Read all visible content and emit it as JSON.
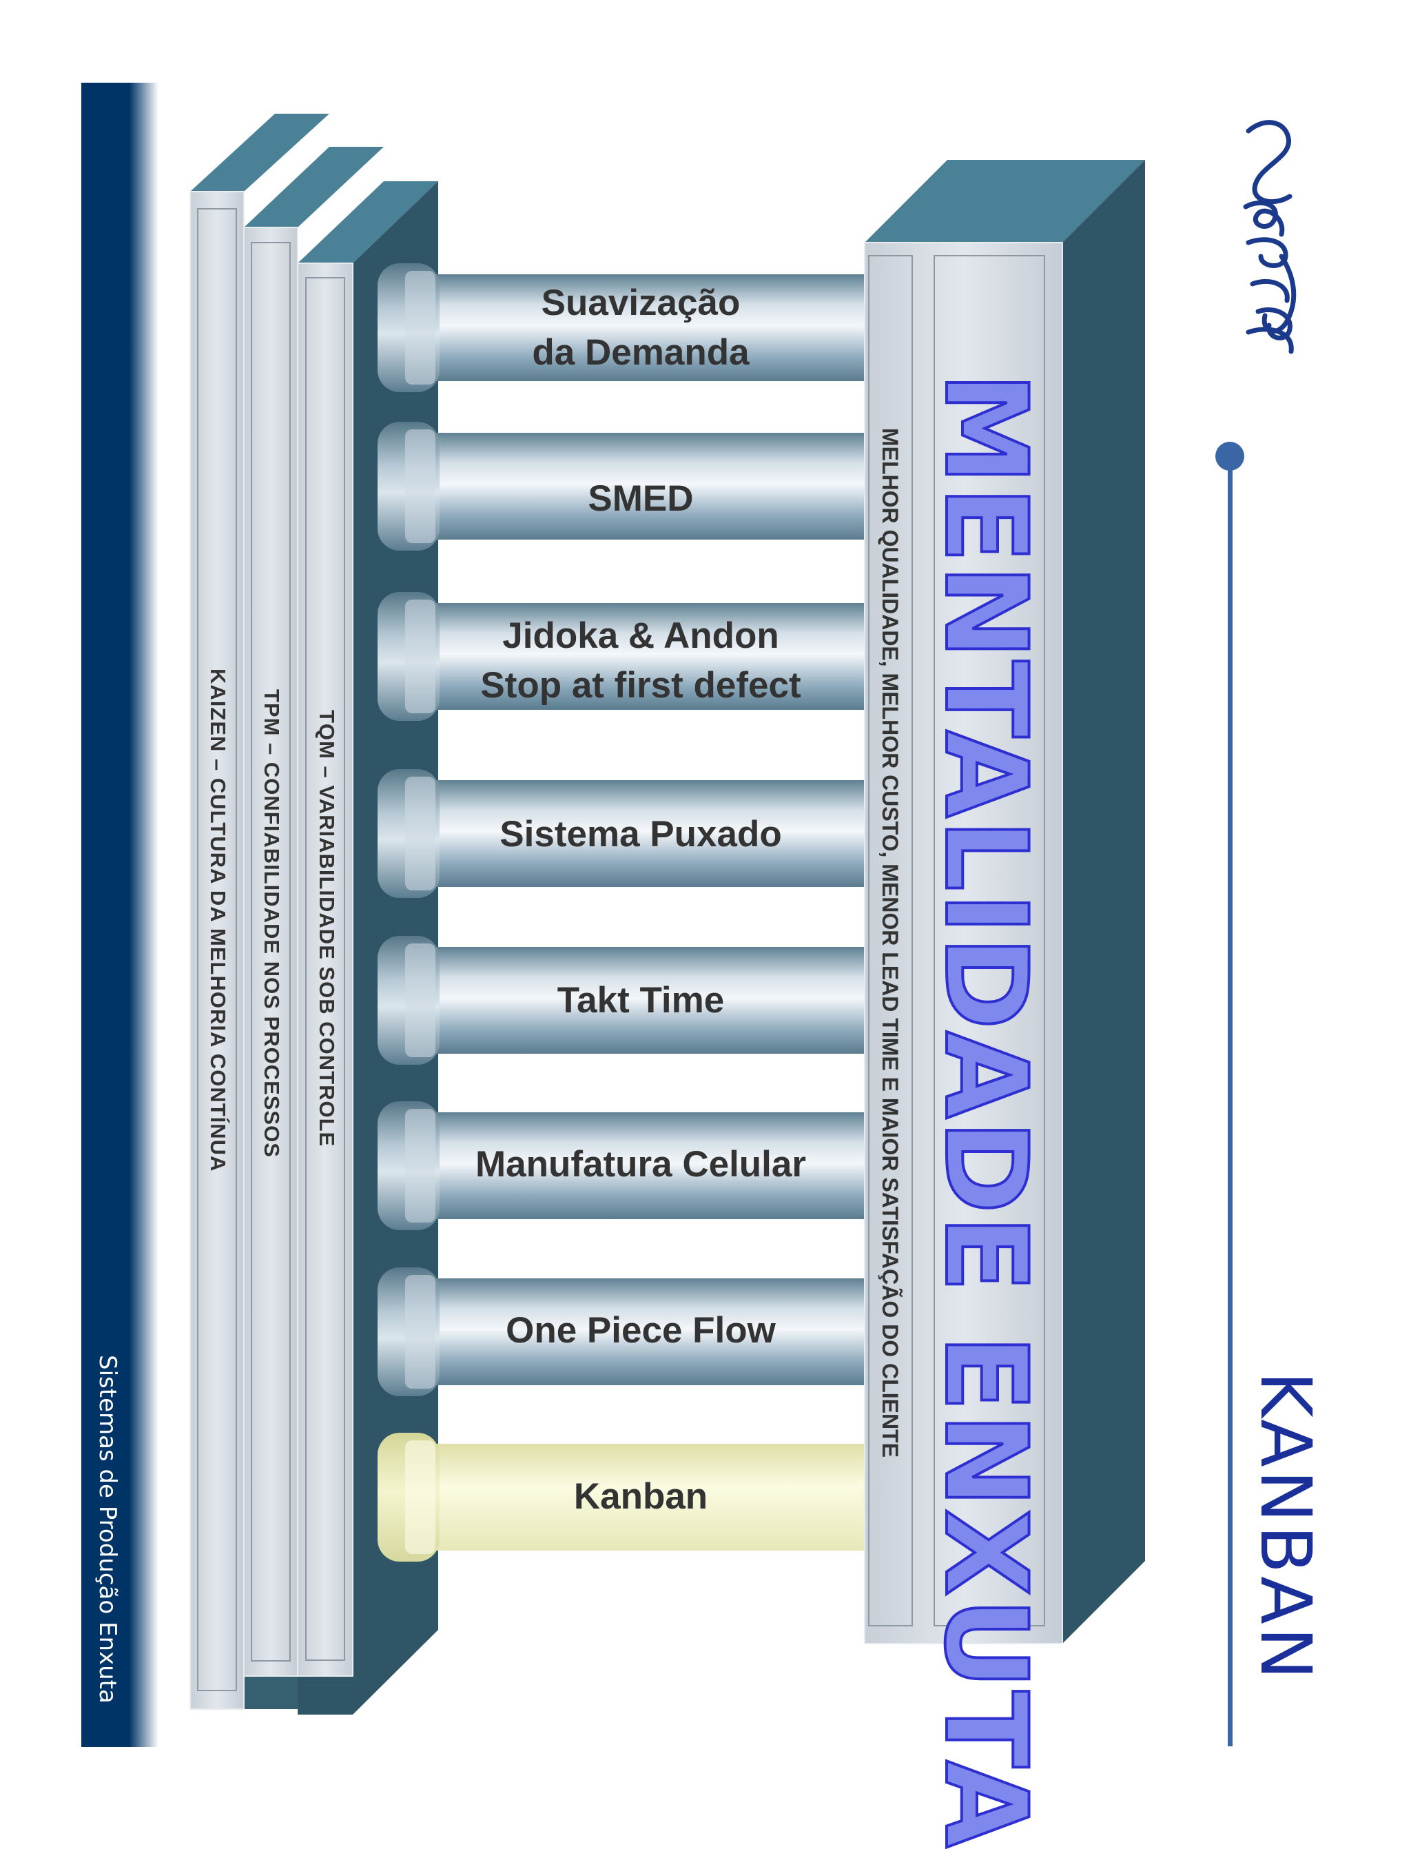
{
  "sidebar": {
    "title": "Sistemas de Produção Enxuta"
  },
  "base_columns": [
    {
      "label": "KAIZEN – CULTURA DA MELHORIA CONTÍNUA"
    },
    {
      "label": "TPM – CONFIABILIDADE NOS PROCESSOS"
    },
    {
      "label": "TQM – VARIABILIDADE SOB CONTROLE"
    }
  ],
  "columns": [
    {
      "label": "Suavização\nda Demanda",
      "highlighted": false
    },
    {
      "label": "SMED",
      "highlighted": false
    },
    {
      "label": "Jidoka & Andon\nStop at first defect",
      "highlighted": false
    },
    {
      "label": "Sistema Puxado",
      "highlighted": false
    },
    {
      "label": "Takt Time",
      "highlighted": false
    },
    {
      "label": "Manufatura Celular",
      "highlighted": false
    },
    {
      "label": "One Piece Flow",
      "highlighted": false
    },
    {
      "label": "Kanban",
      "highlighted": true
    }
  ],
  "bench": {
    "main_title": "MENTALIDADE ENXUTA",
    "subtitle": "MELHOR QUALIDADE, MELHOR CUSTO, MENOR LEAD TIME E MAIOR SATISFAÇÃO DO CLIENTE"
  },
  "page_title": "KANBAN",
  "colors": {
    "sidebar_navy": "#003366",
    "base_top": "#4a8196",
    "base_side": "#2f5566",
    "base_face": "#d4dbe2",
    "column_steel": "#7e9eb0",
    "column_highlight": "#f2f3c8",
    "title_blue": "#1a2f9a",
    "accent_line": "#3a66a6"
  }
}
